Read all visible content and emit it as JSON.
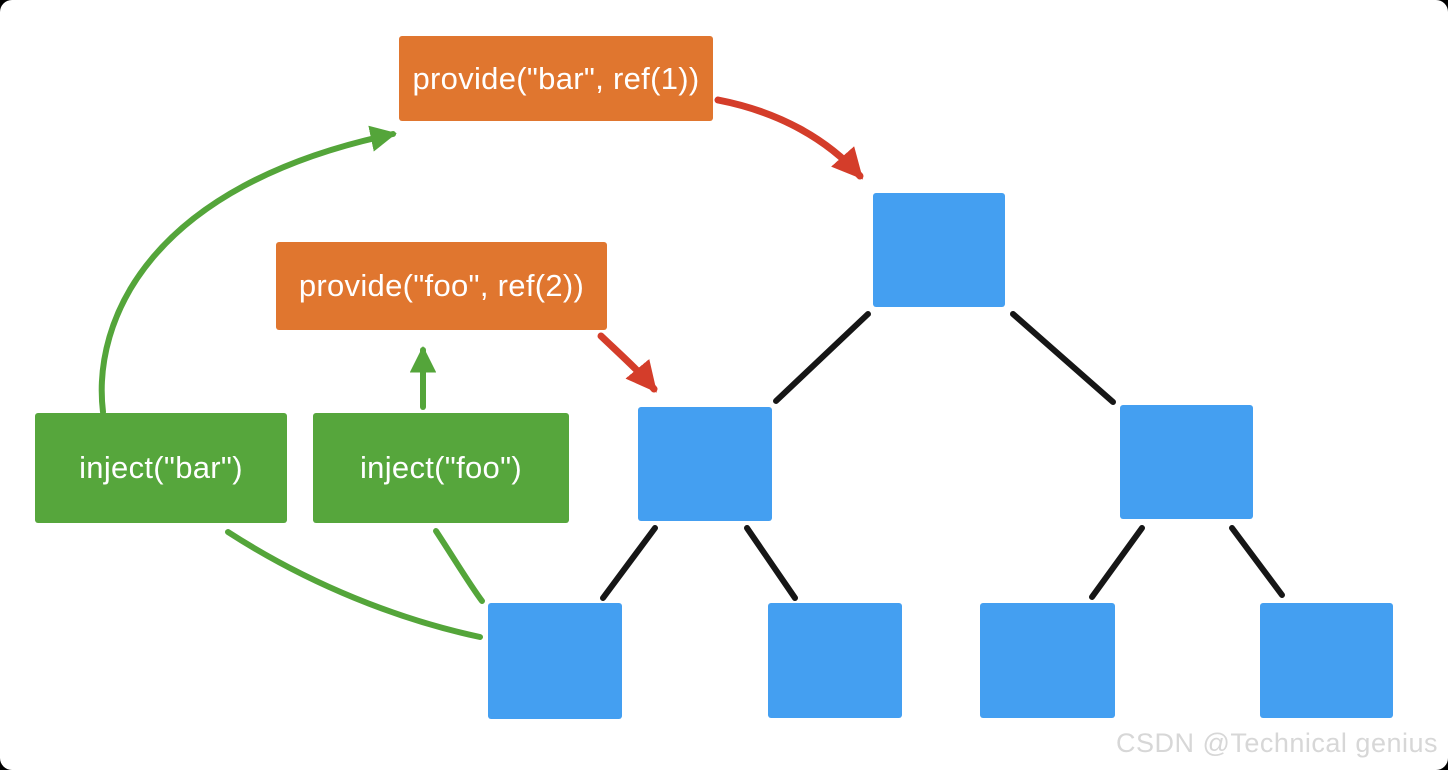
{
  "labels": {
    "provide_bar": "provide(\"bar\", ref(1))",
    "provide_foo": "provide(\"foo\", ref(2))",
    "inject_bar": "inject(\"bar\")",
    "inject_foo": "inject(\"foo\")"
  },
  "watermark": "CSDN @Technical genius",
  "colors": {
    "provide-box": "#e0762f",
    "inject-box": "#56a63c",
    "component-box": "#449ff1",
    "provide-arrow": "#d43d2a",
    "inject-arrow": "#54a53a",
    "tree-edge": "#161616",
    "box-text": "#ffffff",
    "watermark": "#d7d7d7"
  },
  "diagram": {
    "type": "component-tree",
    "nodes": [
      "root",
      "mid-left",
      "mid-right",
      "leaf-1",
      "leaf-2",
      "leaf-3",
      "leaf-4"
    ],
    "tree_edges": [
      [
        "root",
        "mid-left"
      ],
      [
        "root",
        "mid-right"
      ],
      [
        "mid-left",
        "leaf-1"
      ],
      [
        "mid-left",
        "leaf-2"
      ],
      [
        "mid-right",
        "leaf-3"
      ],
      [
        "mid-right",
        "leaf-4"
      ]
    ],
    "provide_arrows": [
      {
        "from": "provide_bar",
        "to": "root"
      },
      {
        "from": "provide_foo",
        "to": "mid-left"
      }
    ],
    "inject_arrows": [
      {
        "from": "inject_bar",
        "to": "provide_bar"
      },
      {
        "from": "inject_foo",
        "to": "provide_foo"
      },
      {
        "from": "inject_bar",
        "to": "leaf-1"
      },
      {
        "from": "inject_foo",
        "to": "leaf-1"
      }
    ]
  }
}
